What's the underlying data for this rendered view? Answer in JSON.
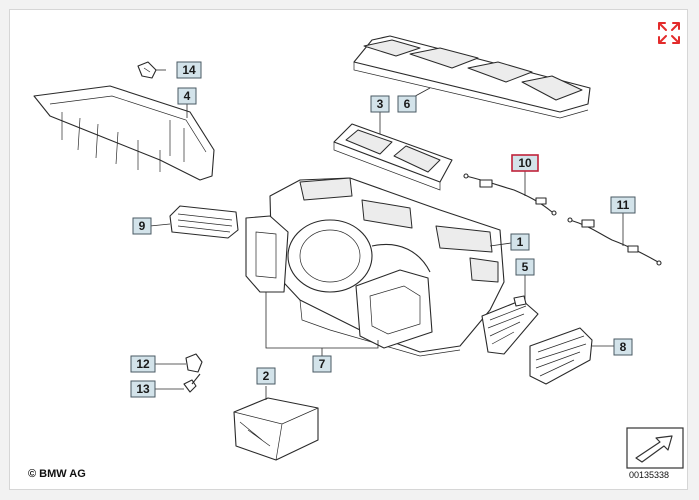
{
  "copyright": "© BMW AG",
  "diagram_id": "00135338",
  "accent_color": "#e32b2b",
  "callout_color": "#d3e3ea",
  "callout_border": "#4a5963",
  "highlight_border": "#c0223a",
  "icons": {
    "expand": "expand-arrows-icon",
    "next": "next-page-arrow-icon"
  },
  "callouts": [
    "1",
    "2",
    "3",
    "4",
    "5",
    "6",
    "7",
    "8",
    "9",
    "10",
    "11",
    "12",
    "13",
    "14"
  ]
}
